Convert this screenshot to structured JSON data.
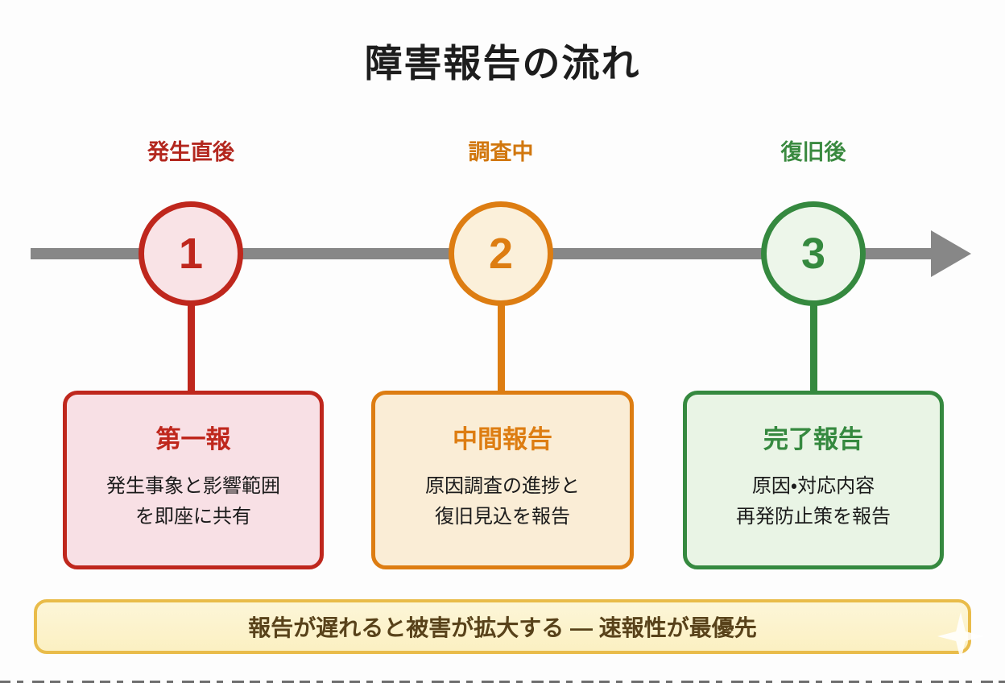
{
  "page": {
    "title": "障害報告の流れ",
    "background_color": "#fdfdfd",
    "title_color": "#1d1d1d"
  },
  "timeline": {
    "color": "#878787",
    "arrow_icon": "arrow-right-icon"
  },
  "steps": [
    {
      "phase_label": "発生直後",
      "number": "1",
      "card_title": "第一報",
      "card_body_line1": "発生事象と影響範囲",
      "card_body_line2": "を即座に共有",
      "accent_color": "#bf271d",
      "circle_fill_color": "#f9e3e6",
      "card_fill_color": "#f8e0e5"
    },
    {
      "phase_label": "調査中",
      "number": "2",
      "card_title": "中間報告",
      "card_body_line1": "原因調査の進捗と",
      "card_body_line2": "復旧見込を報告",
      "accent_color": "#dd7d12",
      "circle_fill_color": "#fbf0da",
      "card_fill_color": "#faedd6"
    },
    {
      "phase_label": "復旧後",
      "number": "3",
      "card_title": "完了報告",
      "card_body_line1": "原因・対応内容",
      "card_body_line2": "再発防止策を報告",
      "accent_color": "#35893f",
      "circle_fill_color": "#edf6ea",
      "card_fill_color": "#e9f4e5"
    }
  ],
  "banner": {
    "text": "報告が遅れると被害が拡大する — 速報性が最優先",
    "border_color": "#e9bc4a",
    "fill_color": "#fcf3cd",
    "text_color": "#58421a",
    "sparkle_icon": "sparkle-icon"
  }
}
